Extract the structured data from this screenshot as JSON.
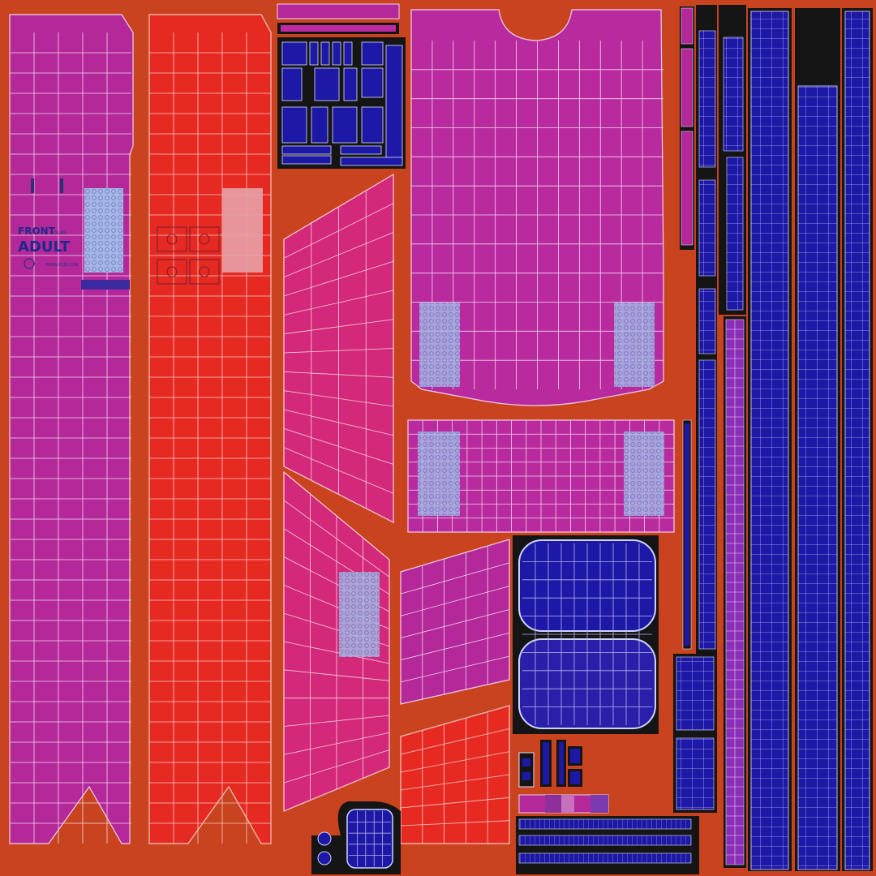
{
  "labels": {
    "front": "FRONT",
    "solas": "SOLAS",
    "adult": "ADULT",
    "url": "WWW.RSJS.COM"
  },
  "colors": {
    "background": "#c9431f",
    "magenta": "#b4289a",
    "hot_pink": "#d4287a",
    "red": "#e62a22",
    "navy": "#1d18a6",
    "black": "#151515",
    "wire": "#f2d6ef",
    "reflective": "#9fb3e6"
  },
  "icons": [
    "reflective-tape-icon",
    "pictogram-icon",
    "buckle-icon"
  ]
}
